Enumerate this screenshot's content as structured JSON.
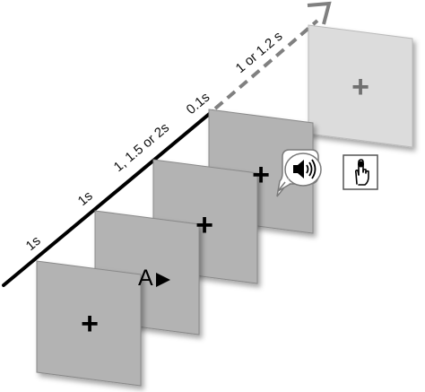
{
  "timeline": {
    "durations": [
      "1s",
      "1s",
      "1, 1.5 or 2s",
      "0.1s",
      "1 or 1.2 s"
    ]
  },
  "frames": [
    {
      "content": "+"
    },
    {
      "content": "A",
      "marker": "play-arrow"
    },
    {
      "content": "+"
    },
    {
      "content": "+",
      "cue": "speaker-icon"
    },
    {
      "content": "+",
      "response": "finger-press-icon"
    }
  ],
  "colors": {
    "frame_fill": "#b3b3b3",
    "frame_stroke": "#8a8a8a",
    "last_frame_fill": "#dcdcdc",
    "last_frame_stroke": "#bbbbbb",
    "axis_solid": "#000000",
    "axis_dashed": "#808080",
    "last_fixation": "#707070"
  },
  "icons": {
    "audio": "speaker-icon",
    "response": "finger-press-icon",
    "arrow": "play-arrow-icon"
  }
}
